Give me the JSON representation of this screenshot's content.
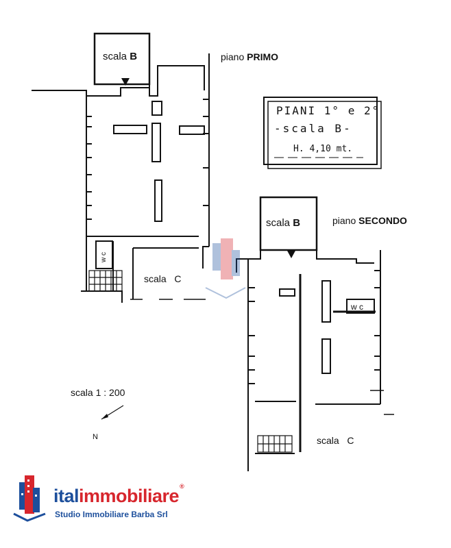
{
  "labels": {
    "stair_b_upper": {
      "prefix": "scala",
      "letter": "B"
    },
    "floor_first": {
      "prefix": "piano",
      "name": "PRIMO"
    },
    "stair_b_lower": {
      "prefix": "scala",
      "letter": "B"
    },
    "floor_second": {
      "prefix": "piano",
      "name": "SECONDO"
    },
    "stair_c_left": "scala   C",
    "stair_c_right": "scala   C",
    "wc_left": "w c",
    "wc_right": "w c",
    "scale": "scala 1 : 200",
    "north": "N"
  },
  "title_box": {
    "line1": "PIANI 1° e 2°",
    "line2": "-scala B-",
    "line3": "H. 4,10 mt."
  },
  "logo": {
    "brand_part1": "ital",
    "brand_part2": "immobiliare",
    "registered": "®",
    "tagline": "Studio Immobiliare Barba Srl"
  },
  "colors": {
    "brand_blue": "#1d4f9c",
    "brand_red": "#d7262d",
    "line": "#111111"
  }
}
